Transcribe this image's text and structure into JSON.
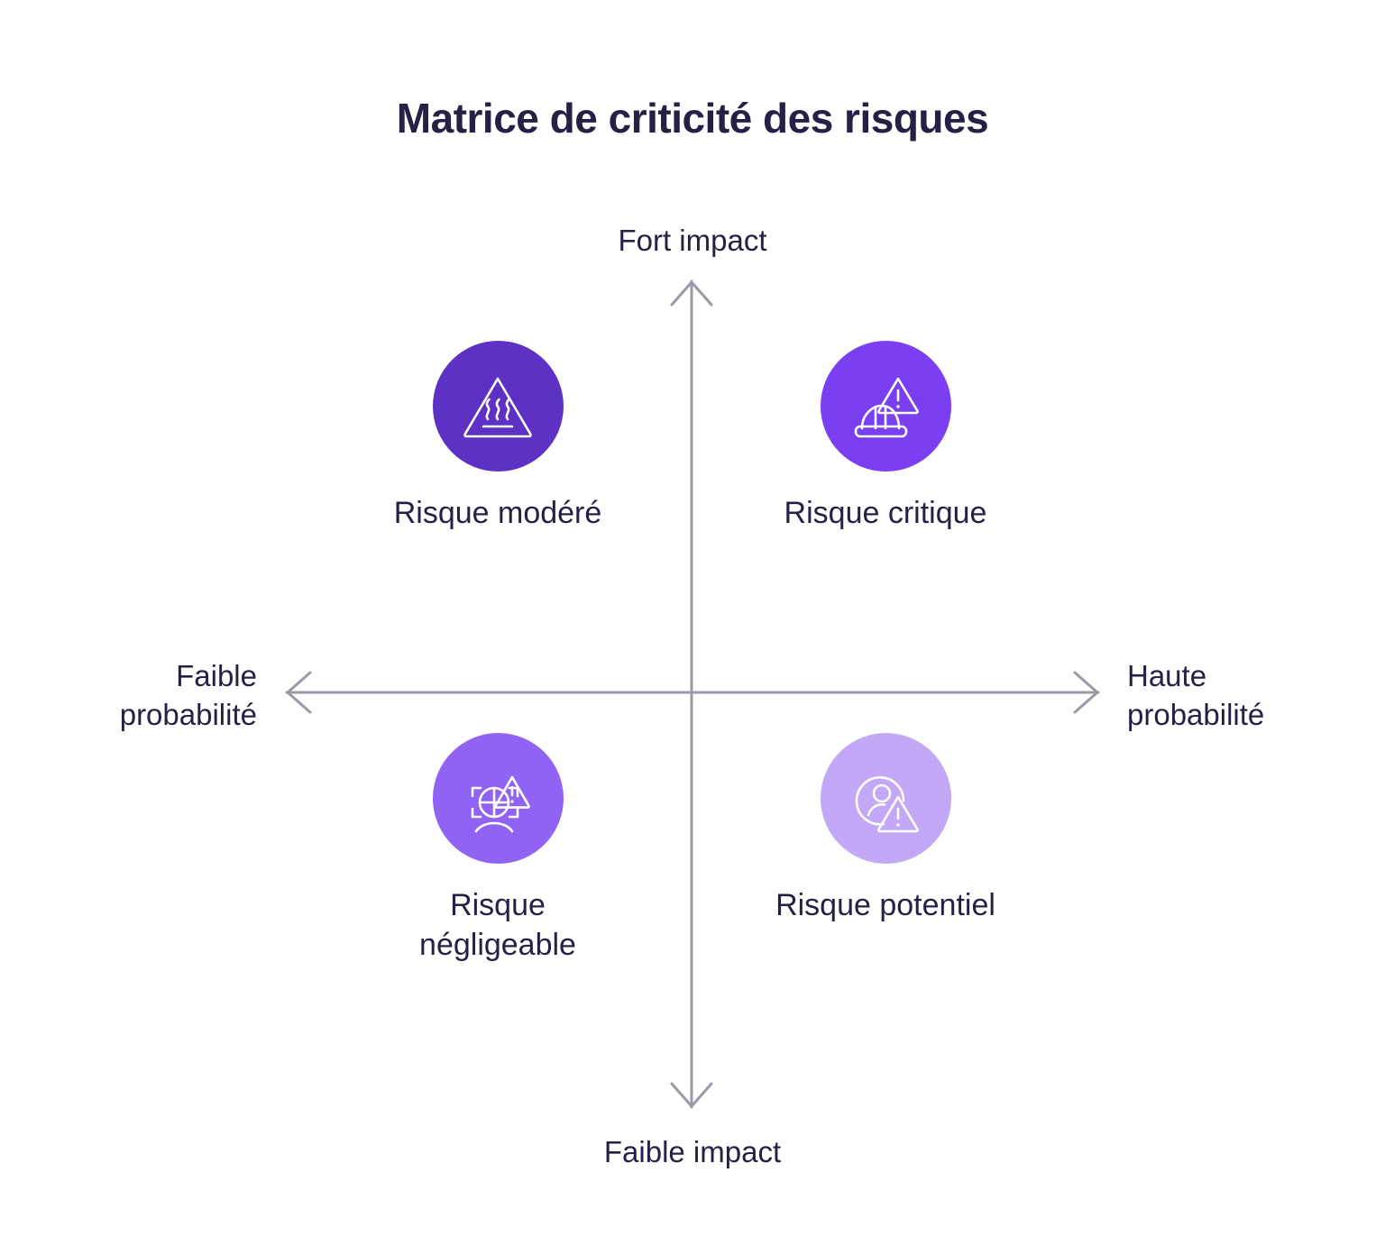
{
  "title": "Matrice de criticité des risques",
  "axes": {
    "top_label": "Fort impact",
    "bottom_label": "Faible impact",
    "left_label": "Faible\nprobabilité",
    "right_label": "Haute\nprobabilité",
    "line_color": "#9a9aa6"
  },
  "chart_data": {
    "type": "scatter",
    "title": "Matrice de criticité des risques",
    "xlabel": "probabilité",
    "ylabel": "impact",
    "x_axis_low": "Faible\nprobabilité",
    "x_axis_high": "Haute\nprobabilité",
    "y_axis_low": "Faible impact",
    "y_axis_high": "Fort impact",
    "grid": false,
    "legend": "none",
    "quadrants": [
      {
        "id": "moderate",
        "label": "Risque modéré",
        "quadrant": "top-left",
        "x": "faible probabilité",
        "y": "fort impact",
        "color": "#5d31c3",
        "icon": "hot-surface-warning-icon"
      },
      {
        "id": "critical",
        "label": "Risque critique",
        "quadrant": "top-right",
        "x": "haute probabilité",
        "y": "fort impact",
        "color": "#7b3ff2",
        "icon": "hard-hat-warning-icon"
      },
      {
        "id": "negligible",
        "label": "Risque\nnégligeable",
        "quadrant": "bottom-left",
        "x": "faible probabilité",
        "y": "faible impact",
        "color": "#9063f5",
        "icon": "scan-analysis-warning-icon"
      },
      {
        "id": "potential",
        "label": "Risque potentiel",
        "quadrant": "bottom-right",
        "x": "haute probabilité",
        "y": "faible impact",
        "color": "#c3a8f8",
        "icon": "user-warning-icon"
      }
    ]
  },
  "colors": {
    "text": "#261f46",
    "axis": "#9a9aa6",
    "background": "#ffffff"
  }
}
